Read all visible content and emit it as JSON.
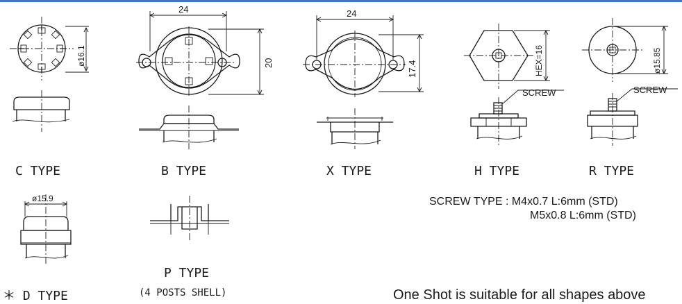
{
  "dimensions": {
    "c_diameter": "ø16.1",
    "b_width": "24",
    "b_height": "20",
    "x_width": "24",
    "x_height": "17.4",
    "h_hex": "HEX=16",
    "r_diameter": "ø15.85",
    "d_diameter": "ø15.9",
    "screw_h": "SCREW",
    "screw_r": "SCREW"
  },
  "types": {
    "c": "C TYPE",
    "b": "B TYPE",
    "x": "X TYPE",
    "h": "H TYPE",
    "r": "R TYPE",
    "d": "＊ D TYPE",
    "p": "P TYPE",
    "p_note": "(4 POSTS SHELL)"
  },
  "screw_spec": {
    "line1": "SCREW TYPE : M4x0.7  L:6mm (STD)",
    "line2": "M5x0.8  L:6mm (STD)"
  },
  "footer": {
    "text": "One Shot is suitable for all shapes above"
  },
  "colors": {
    "top_rule": "#3f79c6",
    "line": "#1a1a1a"
  }
}
